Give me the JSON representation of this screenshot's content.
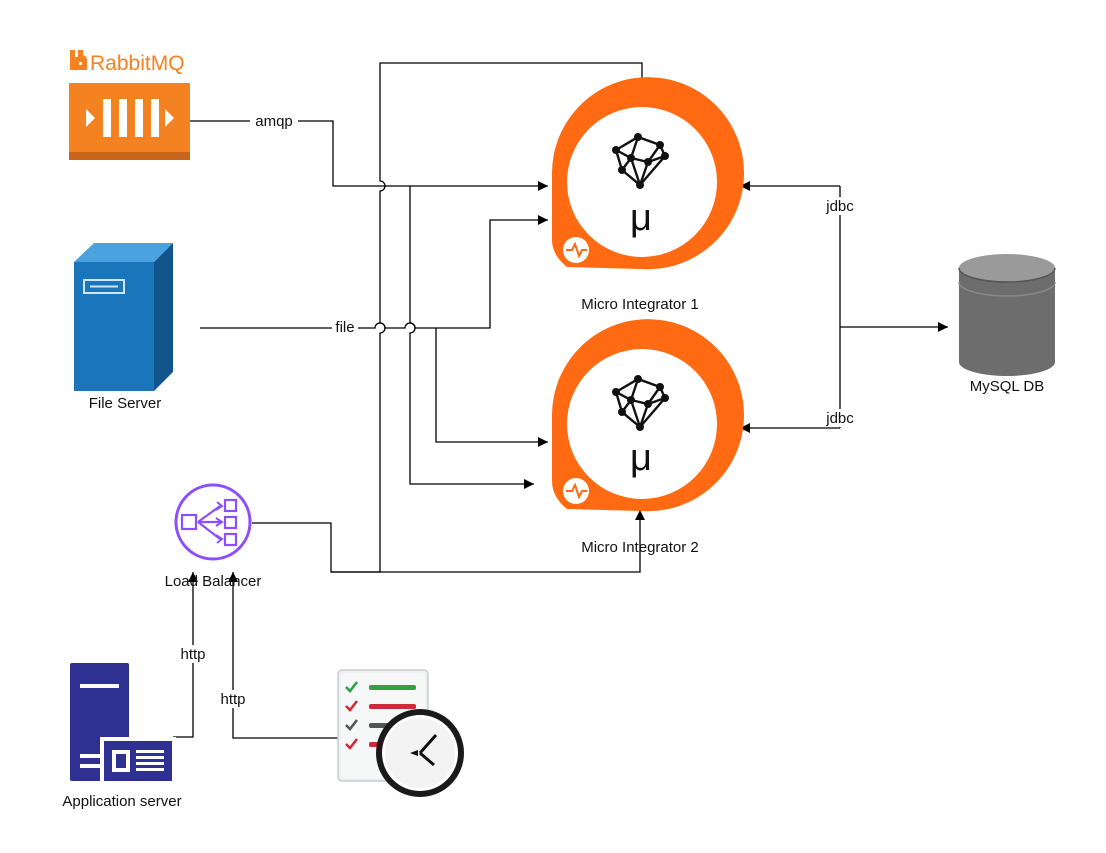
{
  "nodes": {
    "rabbitmq": {
      "logo_text": "RabbitMQ"
    },
    "file_server": {
      "label": "File Server"
    },
    "load_balancer": {
      "label": "Load Balancer"
    },
    "application_server": {
      "label": "Application server"
    },
    "micro_integrator_1": {
      "label": "Micro Integrator 1",
      "glyph": "μ"
    },
    "micro_integrator_2": {
      "label": "Micro Integrator 2",
      "glyph": "μ"
    },
    "mysql_db": {
      "label": "MySQL DB"
    },
    "scheduled_task": {
      "icon": "scheduled-task-icon"
    }
  },
  "edges": {
    "amqp": "amqp",
    "file": "file",
    "jdbc_1": "jdbc",
    "jdbc_2": "jdbc",
    "http_app": "http",
    "http_task": "http"
  },
  "colors": {
    "rabbitmq_orange": "#f58220",
    "micro_integrator_orange": "#ff6a13",
    "file_server_blue": "#1b75bb",
    "load_balancer_purple": "#8c4fff",
    "app_server_navy": "#2e3192",
    "mysql_gray": "#6d6d6d"
  }
}
